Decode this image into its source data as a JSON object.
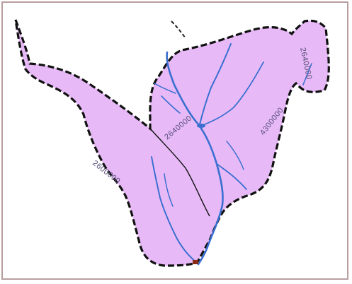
{
  "map": {
    "fill_color": "#e7baf7",
    "boundary_color": "#111111",
    "river_color": "#3a6fd0",
    "outlet_color": "#8b2a14",
    "frame_color": "#b89e9e",
    "labels": [
      {
        "id": "left",
        "text": "2600000"
      },
      {
        "id": "center",
        "text": "2640000"
      },
      {
        "id": "right",
        "text": "4300000"
      },
      {
        "id": "top-right",
        "text": "2640000"
      }
    ]
  }
}
